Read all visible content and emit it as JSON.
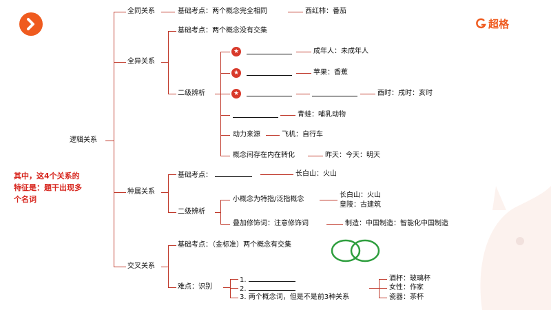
{
  "brand": {
    "logo_text": "超格",
    "accent": "#ef5b1f",
    "line_color": "#c0392b",
    "note_color": "#d7261e",
    "venn_color": "#2e9e3e"
  },
  "root": "逻辑关系",
  "note": {
    "line1": "其中，这4个关系的",
    "line2": "特征是：题干出现多",
    "line3": "个名词"
  },
  "tongyi": {
    "label": "全同关系",
    "basis_label": "基础考点：",
    "basis_text": "两个概念完全相同",
    "example": "西红柿：番茄"
  },
  "quanyi": {
    "label": "全异关系",
    "basis": "基础考点：两个概念没有交集",
    "sub": "二级辨析",
    "star_ex1": "成年人：未成年人",
    "star_ex2": "苹果：香蕉",
    "star_ex3": "酉时：戌时：亥时",
    "ex4": "青蛙：哺乳动物",
    "dongli": "动力来源",
    "ex5": "飞机：自行车",
    "neizai": "概念间存在内在转化",
    "ex6": "昨天：今天：明天"
  },
  "zhongshu": {
    "label": "种属关系",
    "basis_label": "基础考点：",
    "basis_example": "长白山：火山",
    "sub": "二级辨析",
    "tezhi": "小概念为特指/泛指概念",
    "tezhi_ex1": "长白山：火山",
    "tezhi_ex2": "皇陵：古建筑",
    "diejia": "叠加修饰词：注意修饰词",
    "diejia_ex": "制造：中国制造：智能化中国制造"
  },
  "jiaocha": {
    "label": "交叉关系",
    "basis": "基础考点：（金标准）两个概念有交集",
    "hard": "难点：识别",
    "item1": "1.",
    "item2": "2.",
    "item3": "3. 两个概念词，但是不是前3种关系",
    "ex1": "酒杯：玻璃杯",
    "ex2": "女性：作家",
    "ex3": "瓷器：茶杯"
  }
}
